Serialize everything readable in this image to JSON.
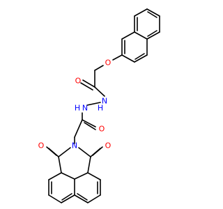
{
  "atoms": [
    {
      "id": "o_ether",
      "label": "O",
      "color": "#ff0000"
    },
    {
      "id": "o_carbonyl_top",
      "label": "O",
      "color": "#ff0000"
    },
    {
      "id": "nh_top",
      "label": "N",
      "color": "#0000ff"
    },
    {
      "id": "h_top",
      "label": "H",
      "color": "#0000ff"
    },
    {
      "id": "nh_bottom",
      "label": "N",
      "color": "#0000ff"
    },
    {
      "id": "h_bottom",
      "label": "H",
      "color": "#0000ff"
    },
    {
      "id": "o_carbonyl_mid",
      "label": "O",
      "color": "#ff0000"
    },
    {
      "id": "o_imide_left",
      "label": "O",
      "color": "#ff0000"
    },
    {
      "id": "n_imide",
      "label": "N",
      "color": "#0000ff"
    },
    {
      "id": "o_imide_right",
      "label": "O",
      "color": "#ff0000"
    }
  ]
}
